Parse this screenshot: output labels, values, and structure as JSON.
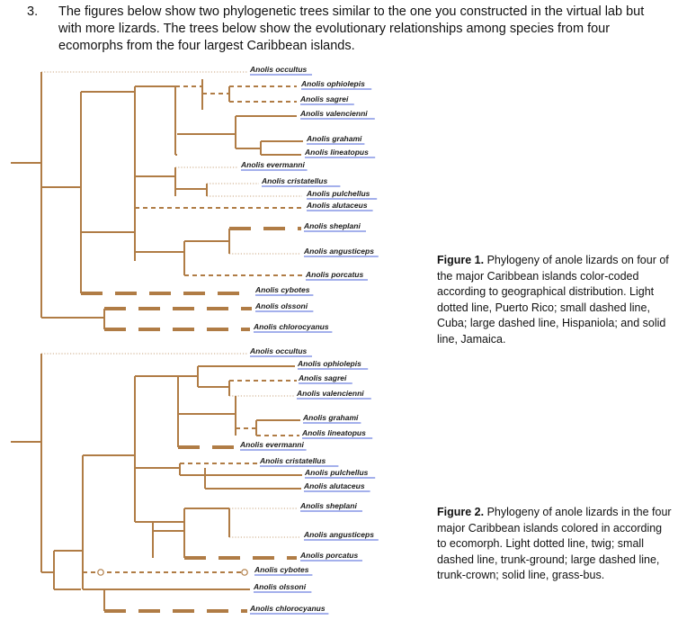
{
  "question": {
    "number": "3.",
    "text": "The figures below show two phylogenetic trees similar to the one you constructed in the virtual lab but with more lizards. The trees below show the evolutionary relationships among species from four ecomorphs from the four largest Caribbean islands."
  },
  "colors": {
    "branch": "#b07c45",
    "label": "#1a1a1a",
    "underline": "#4a62d8",
    "text": "#111111"
  },
  "figure1": {
    "caption_title": "Figure 1.",
    "caption_text": " Phylogeny of anole lizards on four of the major Caribbean islands color-coded according to geographical distribution. Light dotted line, Puerto Rico; small dashed line, Cuba; large dashed line, Hispaniola; and solid line, Jamaica.",
    "species": [
      "Anolis occultus",
      "Anolis ophiolepis",
      "Anolis sagrei",
      "Anolis valencienni",
      "Anolis grahami",
      "Anolis lineatopus",
      "Anolis evermanni",
      "Anolis cristatellus",
      "Anolis pulchellus",
      "Anolis alutaceus",
      "Anolis sheplani",
      "Anolis angusticeps",
      "Anolis porcatus",
      "Anolis cybotes",
      "Anolis olssoni",
      "Anolis chlorocyanus"
    ]
  },
  "figure2": {
    "caption_title": "Figure 2.",
    "caption_text": " Phylogeny of anole lizards in the four major Caribbean islands colored in according to ecomorph. Light dotted line, twig; small dashed line, trunk-ground; large dashed line, trunk-crown; solid line, grass-bus.",
    "species": [
      "Anolis occultus",
      "Anolis ophiolepis",
      "Anolis sagrei",
      "Anolis valencienni",
      "Anolis grahami",
      "Anolis lineatopus",
      "Anolis evermanni",
      "Anolis cristatellus",
      "Anolis pulchellus",
      "Anolis alutaceus",
      "Anolis sheplani",
      "Anolis angusticeps",
      "Anolis porcatus",
      "Anolis cybotes",
      "Anolis olssoni",
      "Anolis chlorocyanus"
    ]
  }
}
